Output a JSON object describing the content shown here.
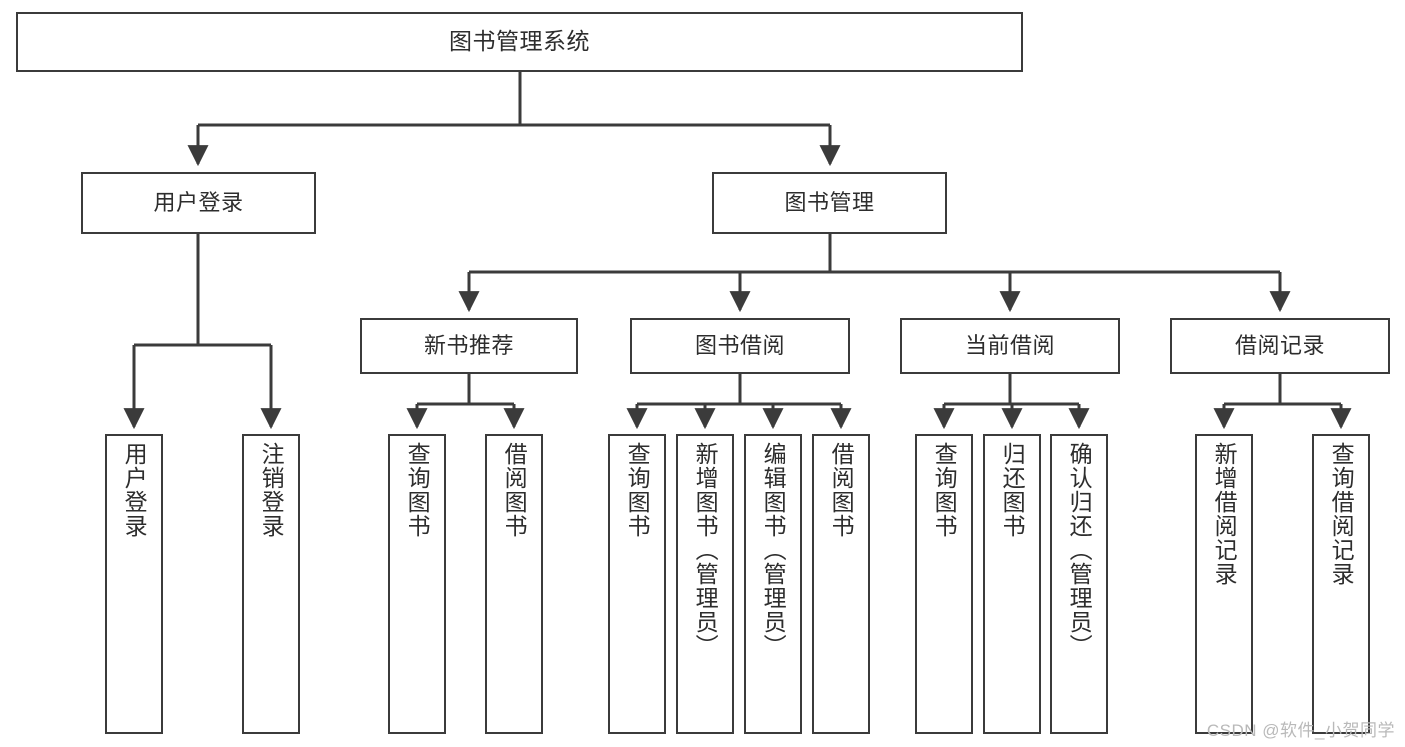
{
  "diagram": {
    "title": "图书管理系统",
    "type": "functional-structure-tree",
    "colors": {
      "line": "#3b3b3b",
      "box_border": "#3b3b3b",
      "box_fill": "#ffffff",
      "text": "#2d2d2d",
      "background": "#ffffff",
      "watermark": "#b9b9b9"
    },
    "root": {
      "label": "图书管理系统"
    },
    "level1": [
      {
        "label": "用户登录"
      },
      {
        "label": "图书管理"
      }
    ],
    "level2": [
      {
        "label": "新书推荐"
      },
      {
        "label": "图书借阅"
      },
      {
        "label": "当前借阅"
      },
      {
        "label": "借阅记录"
      }
    ],
    "leaves": {
      "user_login": [
        {
          "label": "用户登录"
        },
        {
          "label": "注销登录"
        }
      ],
      "new_book_recommend": [
        {
          "label": "查询图书"
        },
        {
          "label": "借阅图书"
        }
      ],
      "book_borrow": [
        {
          "label": "查询图书"
        },
        {
          "label": "新增图书（管理员）"
        },
        {
          "label": "编辑图书（管理员）"
        },
        {
          "label": "借阅图书"
        }
      ],
      "current_borrow": [
        {
          "label": "查询图书"
        },
        {
          "label": "归还图书"
        },
        {
          "label": "确认归还（管理员）"
        }
      ],
      "borrow_record": [
        {
          "label": "新增借阅记录"
        },
        {
          "label": "查询借阅记录"
        }
      ]
    },
    "watermark": "CSDN @软件_小贺同学"
  }
}
